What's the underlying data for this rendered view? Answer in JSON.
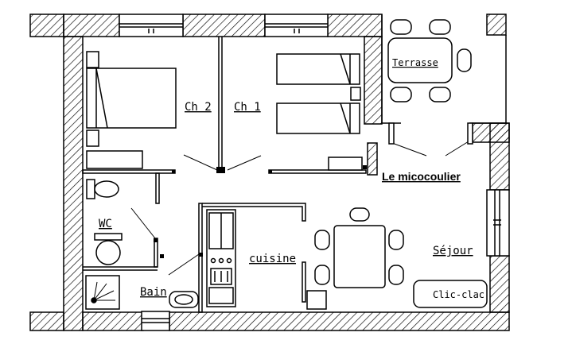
{
  "rooms": {
    "ch2": "Ch 2",
    "ch1": "Ch 1",
    "terrasse": "Terrasse",
    "wc": "WC",
    "cuisine": "cuisine",
    "sejour": "Séjour",
    "bain": "Bain"
  },
  "title": "Le micocoulier",
  "furniture": {
    "clic_clac": "Clic-clac"
  },
  "colors": {
    "ink": "#000000",
    "background": "#ffffff"
  }
}
